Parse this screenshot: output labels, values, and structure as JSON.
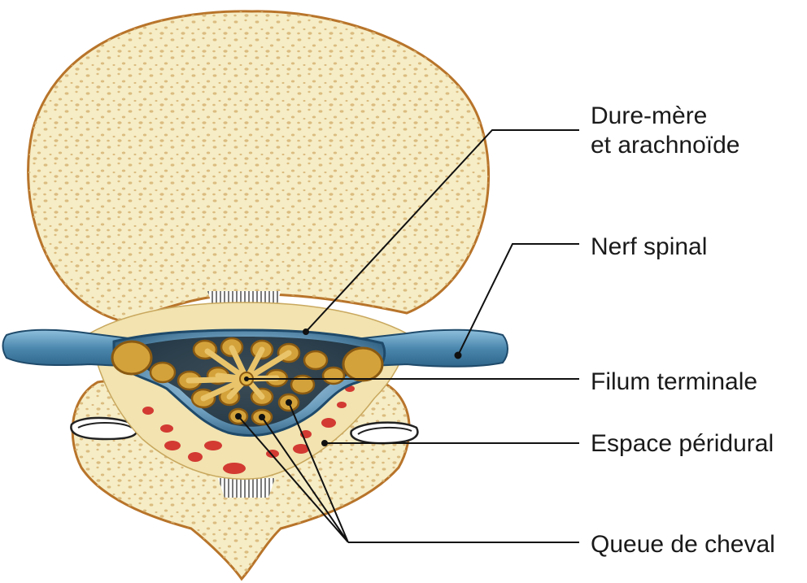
{
  "labels": {
    "dura_line1": "Dure-mère",
    "dura_line2": "et arachnoïde",
    "spinal_nerve": "Nerf spinal",
    "filum_terminale": "Filum terminale",
    "epidural_space": "Espace péridural",
    "cauda_equina": "Queue de cheval"
  },
  "colors": {
    "bone_fill": "#f6edc6",
    "bone_outline": "#b8742a",
    "bone_pores": "#d8b678",
    "nerve_blue": "#4a86ad",
    "fat_yellow": "#f2e3b0",
    "vessel_red": "#d23a32",
    "cauda_gold": "#d4a23a",
    "cauda_dark": "#8a5a12",
    "leader_line": "#111111"
  }
}
